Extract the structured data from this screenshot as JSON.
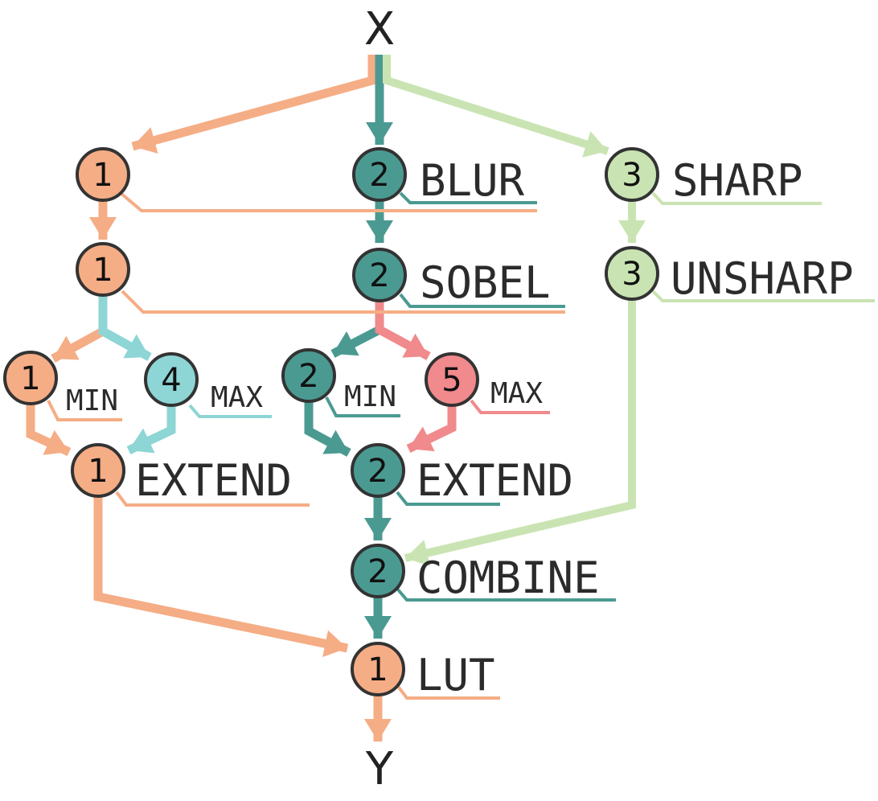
{
  "colors": {
    "orange": "#f5ad85",
    "teal": "#4b9a92",
    "green": "#c9e4b2",
    "cyan": "#8ed5d5",
    "red": "#f08a8c",
    "outline": "#333333"
  },
  "terminals": {
    "input": "X",
    "output": "Y"
  },
  "nodes": [
    {
      "id": "o1",
      "number": "1",
      "color": "orange",
      "label": ""
    },
    {
      "id": "o2",
      "number": "1",
      "color": "orange",
      "label": ""
    },
    {
      "id": "o3",
      "number": "1",
      "color": "orange",
      "label": "MIN"
    },
    {
      "id": "c4",
      "number": "4",
      "color": "cyan",
      "label": "MAX"
    },
    {
      "id": "o5",
      "number": "1",
      "color": "orange",
      "label": "EXTEND"
    },
    {
      "id": "t1",
      "number": "2",
      "color": "teal",
      "label": "BLUR"
    },
    {
      "id": "t2",
      "number": "2",
      "color": "teal",
      "label": "SOBEL"
    },
    {
      "id": "t3",
      "number": "2",
      "color": "teal",
      "label": "MIN"
    },
    {
      "id": "r5",
      "number": "5",
      "color": "red",
      "label": "MAX"
    },
    {
      "id": "t4",
      "number": "2",
      "color": "teal",
      "label": "EXTEND"
    },
    {
      "id": "t5",
      "number": "2",
      "color": "teal",
      "label": "COMBINE"
    },
    {
      "id": "lut",
      "number": "1",
      "color": "orange",
      "label": "LUT"
    },
    {
      "id": "g1",
      "number": "3",
      "color": "green",
      "label": "SHARP"
    },
    {
      "id": "g2",
      "number": "3",
      "color": "green",
      "label": "UNSHARP"
    }
  ]
}
